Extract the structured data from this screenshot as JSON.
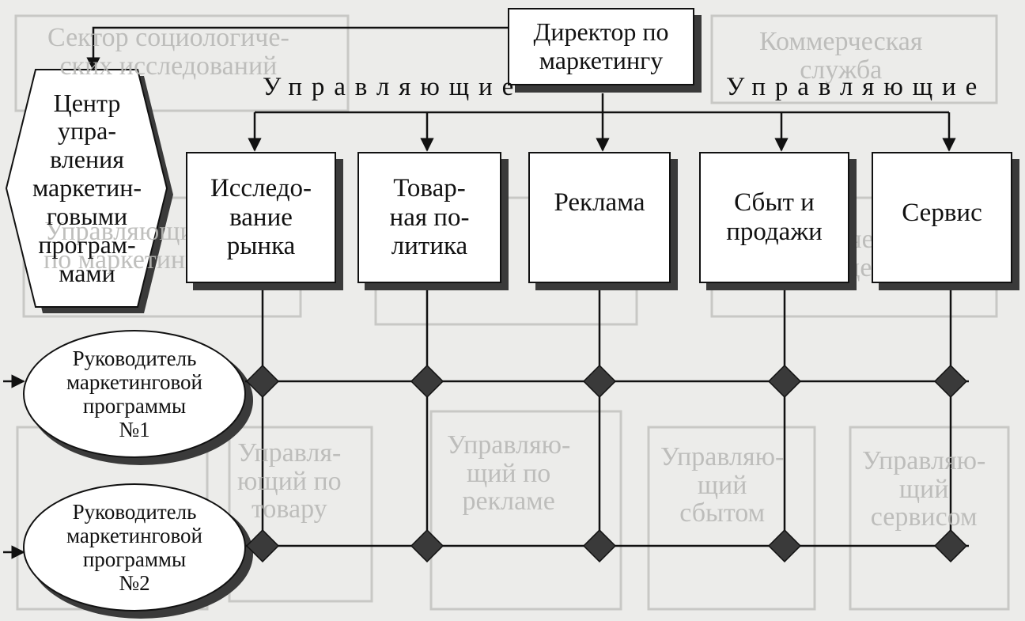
{
  "director": "Директор по\nмаркетингу",
  "labels": {
    "left": "Управляющие",
    "right": "Управляющие"
  },
  "center": "Центр\nупра-\nвления\nмаркетин-\nговыми\nпрограм-\nмами",
  "departments": [
    {
      "id": "research",
      "label": "Исследо-\nвание\nрынка"
    },
    {
      "id": "product",
      "label": "Товар-\nная по-\nлитика"
    },
    {
      "id": "advertising",
      "label": "Реклама"
    },
    {
      "id": "sales",
      "label": "Сбыт и\nпродажи"
    },
    {
      "id": "service",
      "label": "Сервис"
    }
  ],
  "managers": [
    {
      "label": "Руководитель\nмаркетинговой\nпрограммы\n№1"
    },
    {
      "label": "Руководитель\nмаркетинговой\nпрограммы\n№2"
    }
  ],
  "background_text": [
    "Сектор социологиче-\nских исследований",
    "Коммерческая\nслужба",
    "Управляющий\nпо маркетингу",
    "Технический\nотдел",
    "Управля-\nющий по\nтовару",
    "Управляю-\nщий по\nрекламе",
    "Управляю-\nщий\nсбытом",
    "Управляю-\nщий\nсервисом"
  ],
  "colors": {
    "ink": "#111111",
    "shadow": "#3a3a3a",
    "paper": "#ececea",
    "ghost": "#b9b9b6"
  }
}
